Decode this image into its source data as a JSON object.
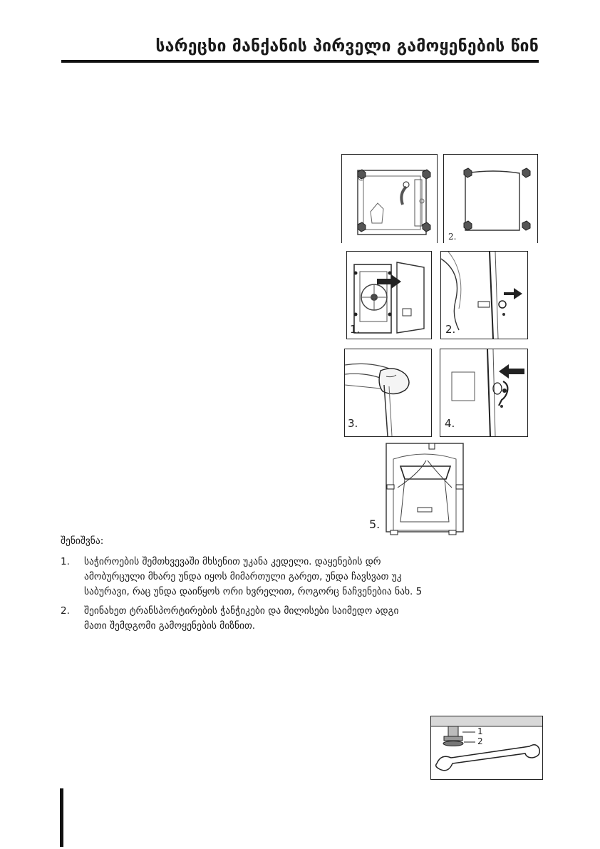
{
  "header": {
    "title": "სარეცხი მანქანის პირველი გამოყენების წინ"
  },
  "figures": {
    "top_right_label": "2.",
    "step1_label": "1.",
    "step2_label": "2.",
    "step3_label": "3.",
    "step4_label": "4.",
    "step5_label": "5.",
    "foot_label_1": "1",
    "foot_label_2": "2"
  },
  "notes": {
    "label": "შენიშვნა:",
    "items": [
      {
        "num": "1.",
        "lines": [
          "საჭიროების შემთხვევაში მხსენით უკანა კედელი. დაყენების დრ",
          "ამობურცული მხარე უნდა იყოს მიმართული გარეთ, უნდა ჩავსვათ უკ",
          "საბურავი, რაც უნდა დაიწყოს ორი ხვრელით, როგორც ნაჩვენებია ნახ. 5"
        ]
      },
      {
        "num": "2.",
        "lines": [
          "შეინახეთ ტრანსპორტირების ჭანჭიკები და მილისები საიმედო ადგი",
          "მათი შემდგომი გამოყენების მიზნით."
        ]
      }
    ]
  }
}
